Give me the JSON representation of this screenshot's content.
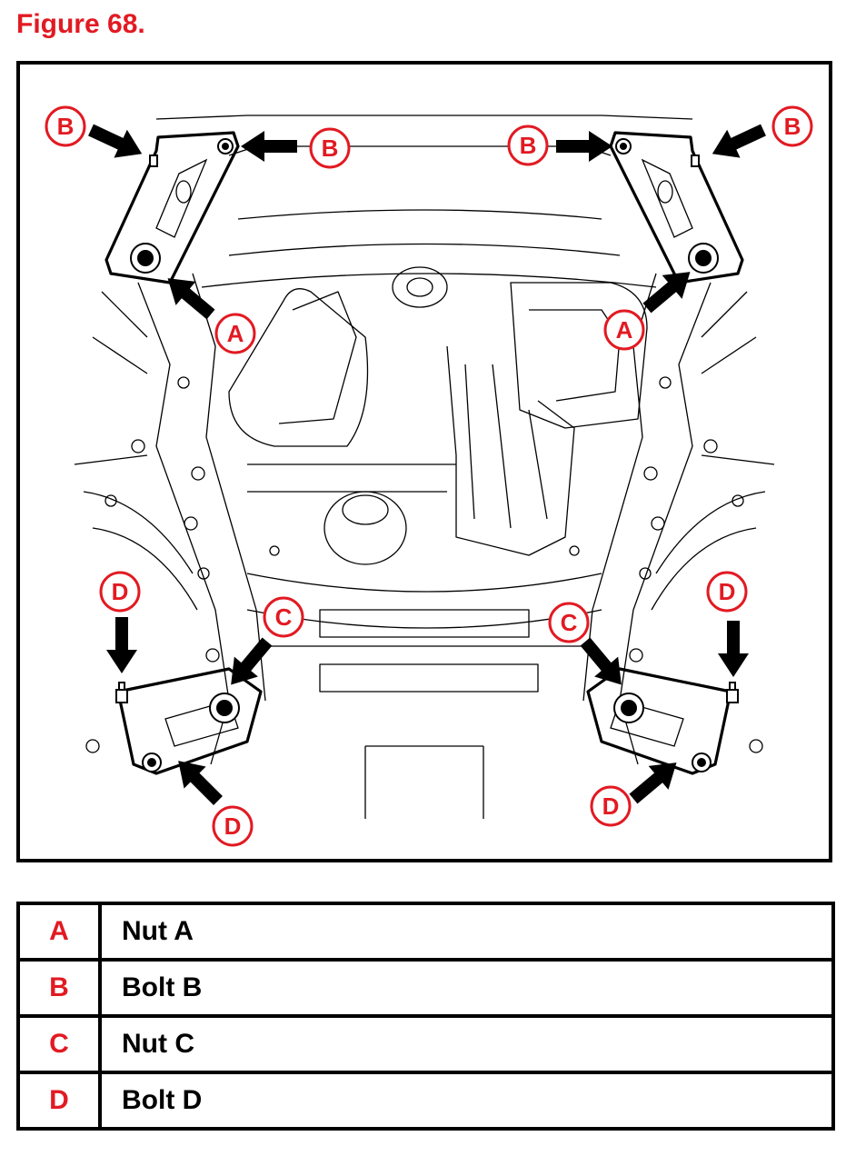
{
  "figure": {
    "title": "Figure 68."
  },
  "colors": {
    "callout": "#e21a22",
    "line": "#000000"
  },
  "callouts": [
    {
      "letter": "B",
      "target": "left subframe rear upper bolt outer"
    },
    {
      "letter": "B",
      "target": "left subframe rear upper bolt inner"
    },
    {
      "letter": "B",
      "target": "right subframe rear upper bolt inner"
    },
    {
      "letter": "B",
      "target": "right subframe rear upper bolt outer"
    },
    {
      "letter": "A",
      "target": "left rear nut"
    },
    {
      "letter": "A",
      "target": "right rear nut"
    },
    {
      "letter": "D",
      "target": "left front bolt upper"
    },
    {
      "letter": "C",
      "target": "left front nut"
    },
    {
      "letter": "C",
      "target": "right front nut"
    },
    {
      "letter": "D",
      "target": "right front bolt upper"
    },
    {
      "letter": "D",
      "target": "left front bolt lower"
    },
    {
      "letter": "D",
      "target": "right front bolt lower"
    }
  ],
  "legend": [
    {
      "key": "A",
      "description": "Nut A"
    },
    {
      "key": "B",
      "description": "Bolt B"
    },
    {
      "key": "C",
      "description": "Nut C"
    },
    {
      "key": "D",
      "description": "Bolt D"
    }
  ]
}
